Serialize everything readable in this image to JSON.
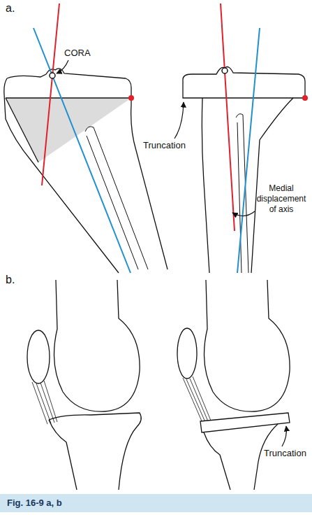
{
  "diagram": {
    "caption": "Fig. 16-9 a, b",
    "labels": [
      "a.",
      "CORA",
      "Truncation",
      "Medial displacement of axis",
      "b.",
      "Truncation"
    ]
  }
}
